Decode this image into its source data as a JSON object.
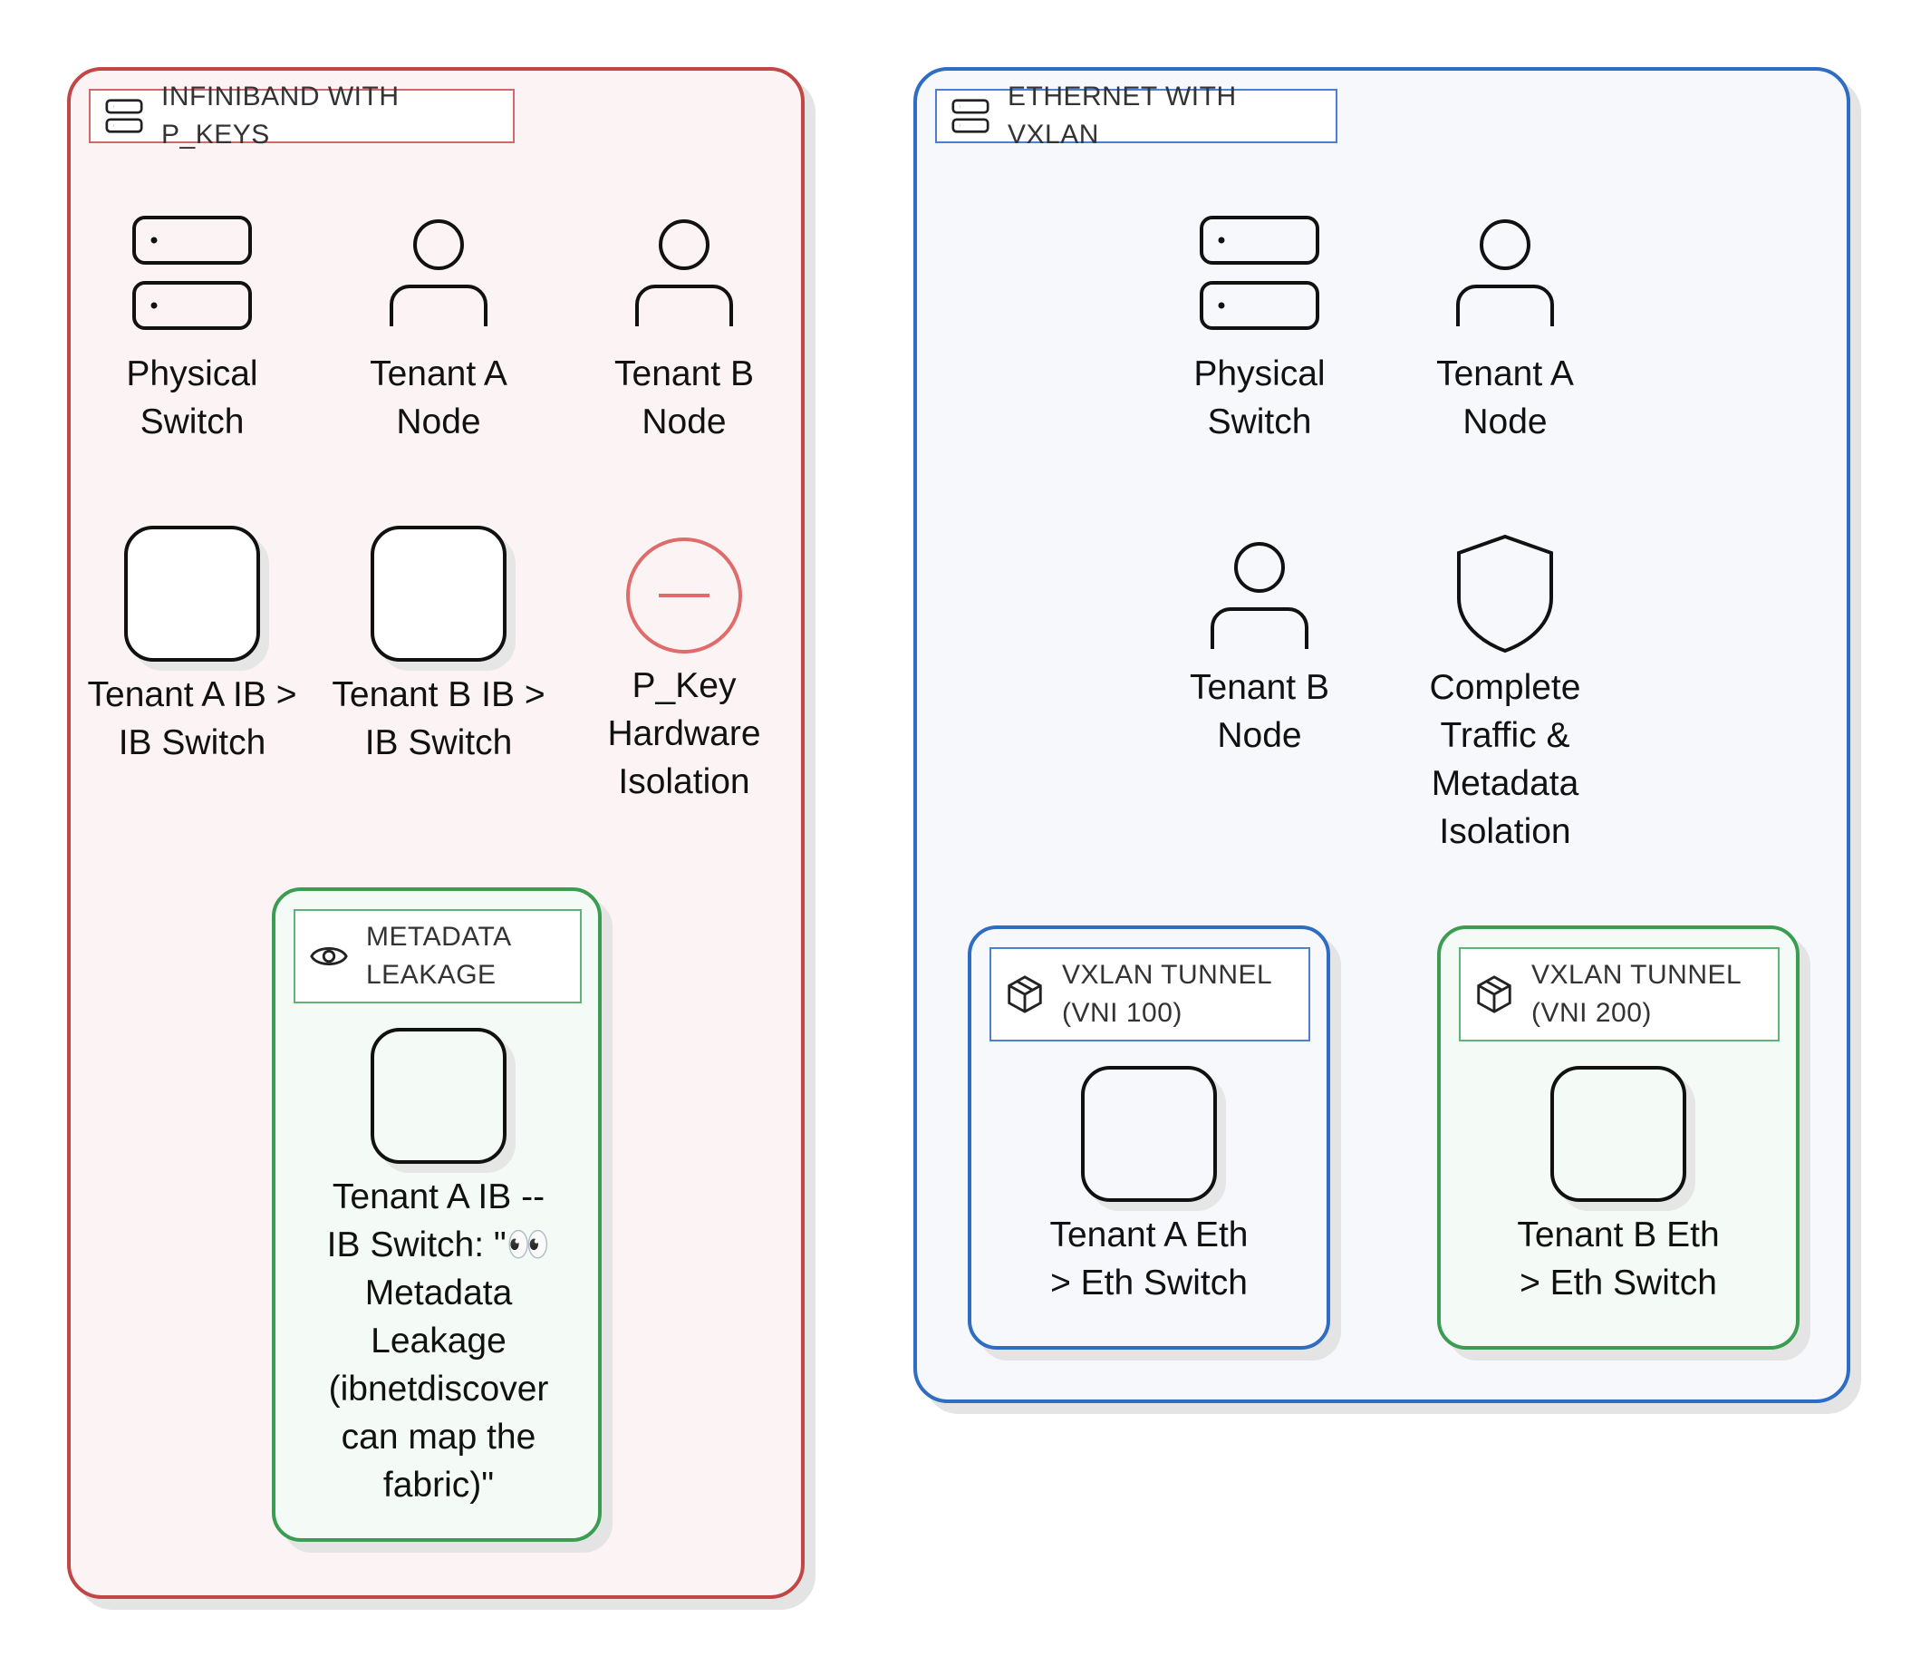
{
  "infiniband": {
    "title": "INFINIBAND WITH P_KEYS",
    "nodes": {
      "physical_switch": "Physical\nSwitch",
      "tenant_a_node": "Tenant A\nNode",
      "tenant_b_node": "Tenant B\nNode",
      "tenant_a_ib": "Tenant A IB >\nIB Switch",
      "tenant_b_ib": "Tenant B IB >\nIB Switch",
      "pkey_isolation": "P_Key\nHardware\nIsolation"
    },
    "leakage": {
      "title": "METADATA\nLEAKAGE",
      "node_label": "Tenant A IB --\nIB Switch: \"👀\nMetadata\nLeakage\n(ibnetdiscover\ncan map the\nfabric)\""
    }
  },
  "ethernet": {
    "title": "ETHERNET WITH VXLAN",
    "nodes": {
      "physical_switch": "Physical\nSwitch",
      "tenant_a_node": "Tenant A\nNode",
      "tenant_b_node": "Tenant B\nNode",
      "isolation": "Complete\nTraffic &\nMetadata\nIsolation"
    },
    "tunnel_a": {
      "title": "VXLAN TUNNEL\n(VNI 100)",
      "node_label": "Tenant A Eth\n> Eth Switch"
    },
    "tunnel_b": {
      "title": "VXLAN TUNNEL\n(VNI 200)",
      "node_label": "Tenant B Eth\n> Eth Switch"
    }
  },
  "icons": {
    "server": "server-icon",
    "user": "user-icon",
    "blocked": "minus-circle-icon",
    "shield": "shield-icon",
    "eye": "eye-icon",
    "box": "package-icon"
  },
  "colors": {
    "red_border": "#c24646",
    "blue_border": "#2f6cc3",
    "green_border": "#3a9d52",
    "blocked_icon": "#e06b6b"
  }
}
